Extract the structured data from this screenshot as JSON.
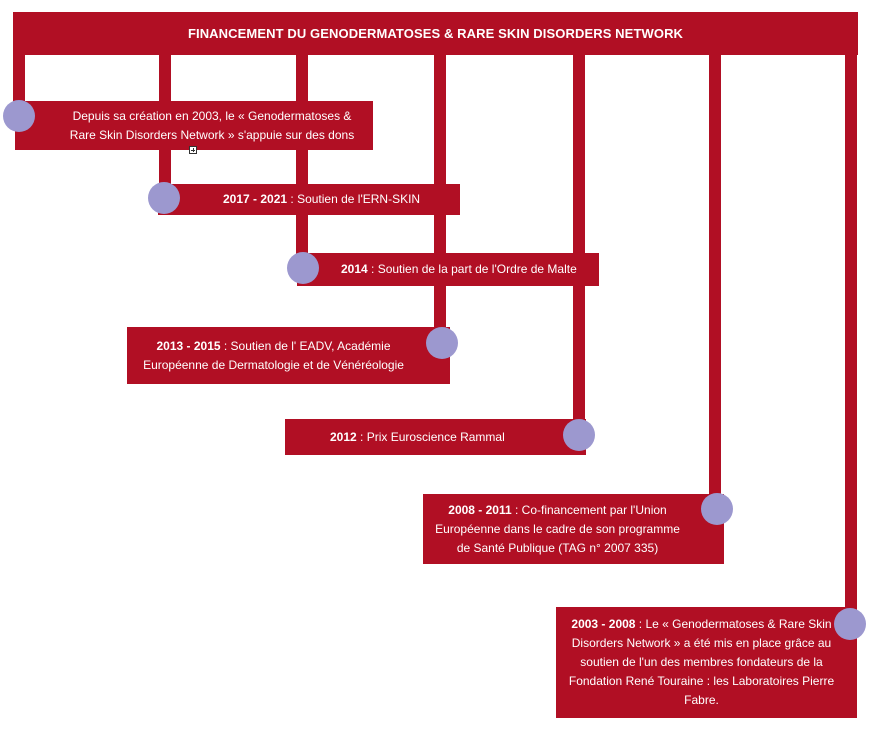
{
  "header": {
    "title": "FINANCEMENT DU GENODERMATOSES & RARE SKIN DISORDERS NETWORK"
  },
  "entries": [
    {
      "period": "",
      "text": "Depuis sa création en 2003, le « Genodermatoses & Rare Skin Disorders Network » s'appuie sur des dons"
    },
    {
      "period": "2017 - 2021",
      "text": " : Soutien de l'ERN-SKIN"
    },
    {
      "period": "2014",
      "text": " : Soutien de la part de l'Ordre de Malte"
    },
    {
      "period": "2013 - 2015",
      "text": " : Soutien de l' EADV, Académie Européenne de Dermatologie et de Vénéréologie"
    },
    {
      "period": "2012",
      "text": " : Prix Euroscience Rammal"
    },
    {
      "period": "2008 - 2011",
      "text": " : Co-financement par l'Union Européenne dans le cadre de son programme de Santé Publique (TAG n° 2007 335)"
    },
    {
      "period": "2003 - 2008",
      "text": " :  Le « Genodermatoses & Rare Skin Disorders Network » a été mis en place grâce au soutien de l'un des membres fondateurs de la Fondation René Touraine : les Laboratoires Pierre Fabre."
    }
  ],
  "colors": {
    "accent": "#b10f24",
    "dot": "#9c98cf"
  }
}
